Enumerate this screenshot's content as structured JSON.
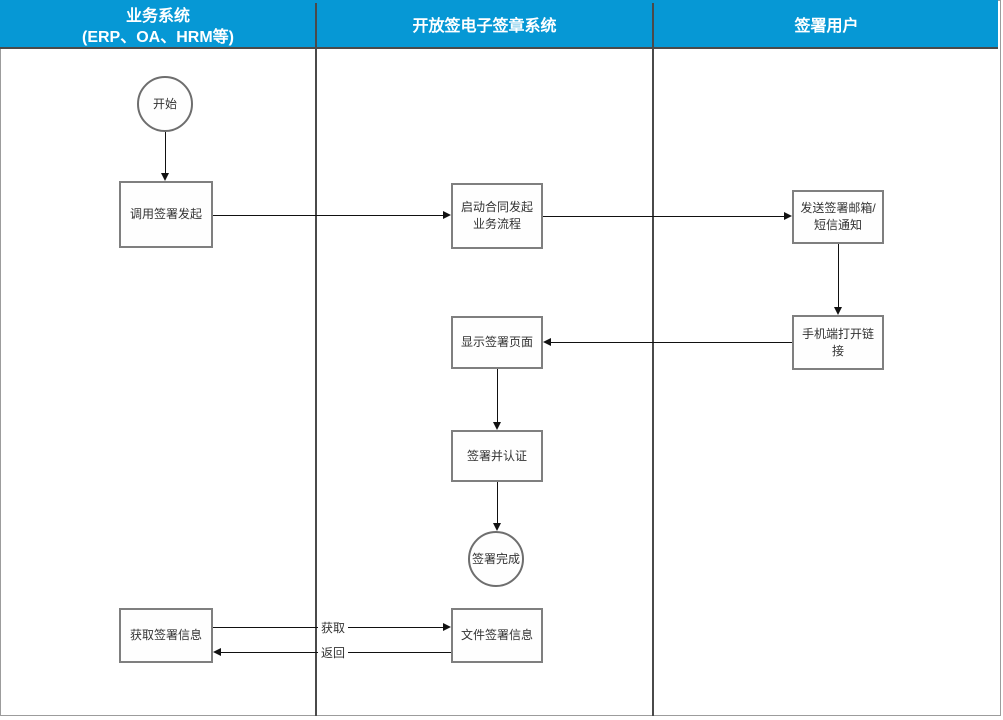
{
  "diagram": {
    "kind": "swimlane-flowchart",
    "colors": {
      "header_bg": "#0698D5",
      "header_text": "#ffffff",
      "lane_divider": "#4a4a4a",
      "box_border": "#7f7f7f",
      "arrow": "#111111",
      "outer_border": "#9c9c9c"
    }
  },
  "lanes": [
    {
      "title": "业务系统",
      "subtitle": "(ERP、OA、HRM等)"
    },
    {
      "title": "开放签电子签章系统"
    },
    {
      "title": "签署用户"
    }
  ],
  "nodes": {
    "start": {
      "shape": "circle",
      "label": "开始"
    },
    "call_sign": {
      "shape": "rect",
      "label": "调用签署发起"
    },
    "start_flow": {
      "shape": "rect",
      "label": "启动合同发起业务流程"
    },
    "send_notify": {
      "shape": "rect",
      "label": "发送签署邮箱/短信通知"
    },
    "open_link": {
      "shape": "rect",
      "label": "手机端打开链接"
    },
    "show_page": {
      "shape": "rect",
      "label": "显示签署页面"
    },
    "sign_auth": {
      "shape": "rect",
      "label": "签署并认证"
    },
    "sign_done": {
      "shape": "circle",
      "label": "签署完成"
    },
    "get_info": {
      "shape": "rect",
      "label": "获取签署信息"
    },
    "file_info": {
      "shape": "rect",
      "label": "文件签署信息"
    }
  },
  "edge_labels": {
    "fetch": "获取",
    "return": "返回"
  }
}
